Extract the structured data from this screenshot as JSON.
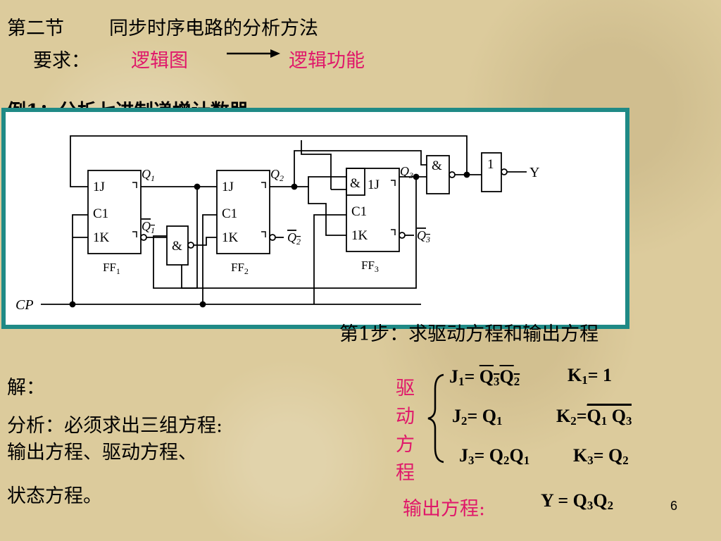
{
  "header": {
    "section": "第二节",
    "title": "同步时序电路的分析方法",
    "requirement_label": "要求：",
    "from_label": "逻辑图",
    "to_label": "逻辑功能"
  },
  "example": {
    "text": "例1：分析七进制递增计数器。"
  },
  "circuit": {
    "ff1": "FF",
    "ff2": "FF",
    "ff3": "FF",
    "ff_subs": [
      "1",
      "2",
      "3"
    ],
    "j_label": "1J",
    "c_label": "C1",
    "k_label": "1K",
    "and_label": "&",
    "or_label": "1",
    "q": "Q",
    "q_subs": [
      "1",
      "2",
      "3"
    ],
    "y_label": "Y",
    "cp_label": "CP"
  },
  "step1": "第1步：求驱动方程和输出方程",
  "solution": {
    "label": "解：",
    "line1": "分析：必须求出三组方程:",
    "line2": "输出方程、驱动方程、",
    "line3": "状态方程。"
  },
  "drive_label": [
    "驱",
    "动",
    "方",
    "程"
  ],
  "equations": {
    "j1": "J",
    "k1": "K",
    "j2": "J",
    "k2": "K",
    "j3": "J",
    "k3": "K",
    "one": "1",
    "two": "2",
    "three": "3",
    "q": "Q",
    "eq": "=",
    "val1": "1"
  },
  "output_label": "输出方程:",
  "output_eq": {
    "y": "Y",
    "eq": "=",
    "q": "Q",
    "s3": "3",
    "s2": "2"
  },
  "page_number": "6",
  "colors": {
    "accent": "#e0176a",
    "frame": "#1f8a86"
  }
}
